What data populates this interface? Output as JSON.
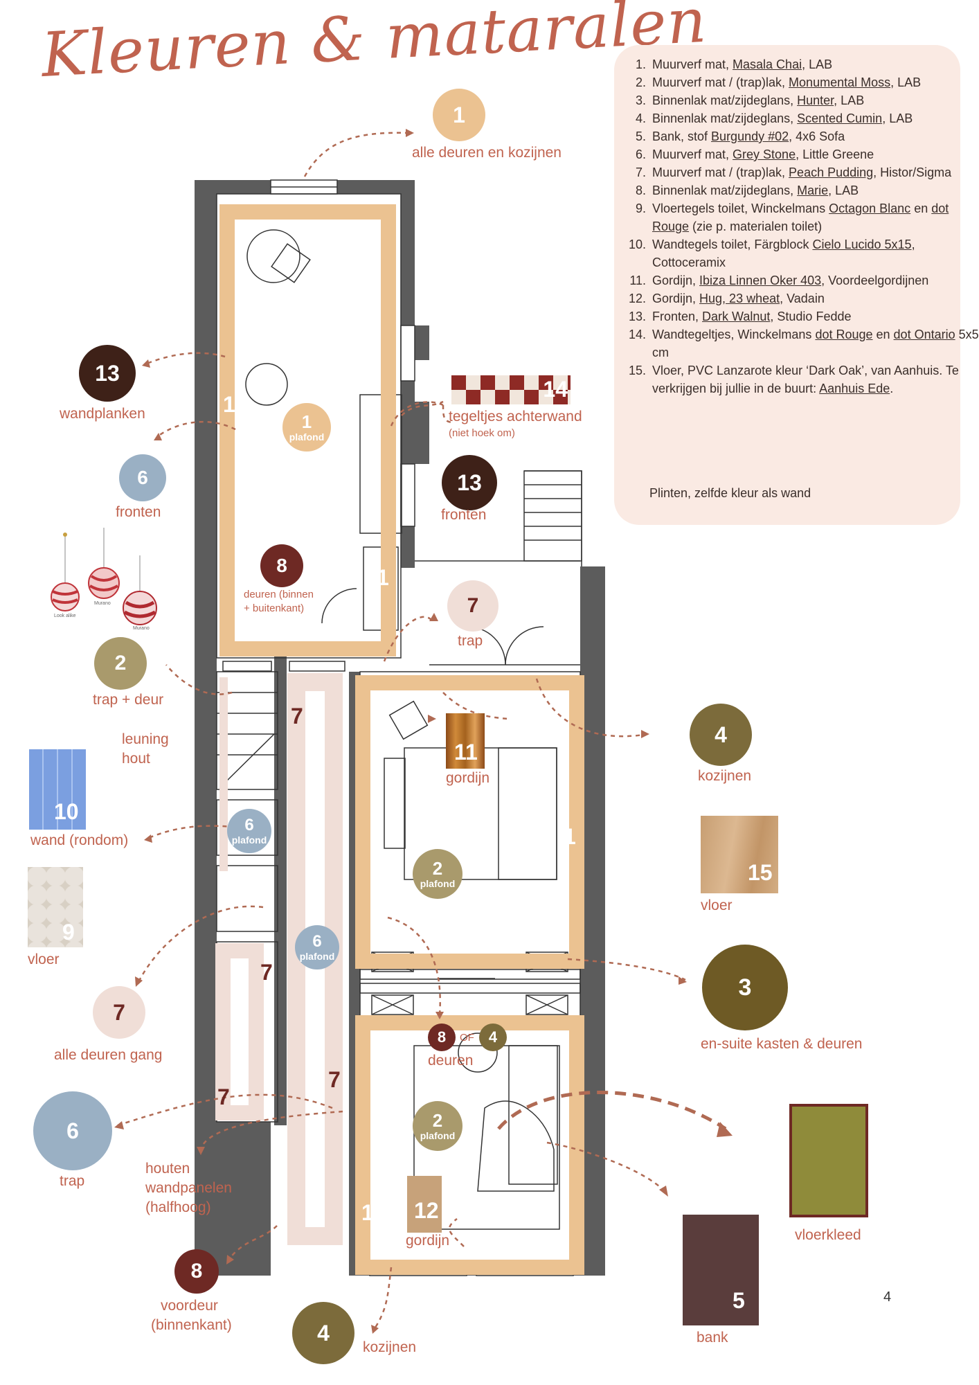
{
  "title": "Kleuren & mataralen",
  "page_number": "4",
  "colors": {
    "c1": "#ebc291",
    "c2": "#a99a6c",
    "c3": "#6e5a25",
    "c4": "#7c6b3b",
    "c5": "#5a3d3c",
    "c6": "#9ab0c4",
    "c7": "#f0ded7",
    "c8": "#6e2924",
    "c13": "#3e2118",
    "accent": "#c0634f",
    "wall": "#5c5c5c"
  },
  "legend": {
    "items": [
      {
        "pre": "Muurverf mat, ",
        "link": "Masala Chai",
        "post": ", LAB"
      },
      {
        "pre": "Muurverf mat / (trap)lak, ",
        "link": "Monumental Moss",
        "post": ", LAB"
      },
      {
        "pre": "Binnenlak mat/zijdeglans, ",
        "link": "Hunter",
        "post": ", LAB"
      },
      {
        "pre": "Binnenlak mat/zijdeglans, ",
        "link": "Scented Cumin",
        "post": ", LAB"
      },
      {
        "pre": "Bank, stof ",
        "link": "Burgundy #02",
        "post": ", 4x6 Sofa"
      },
      {
        "pre": "Muurverf mat, ",
        "link": "Grey Stone",
        "post": ", Little Greene"
      },
      {
        "pre": "Muurverf mat / (trap)lak, ",
        "link": "Peach Pudding",
        "post": ", Histor/Sigma"
      },
      {
        "pre": "Binnenlak mat/zijdeglans, ",
        "link": "Marie",
        "post": ", LAB"
      },
      {
        "pre": "Vloertegels toilet, Winckelmans ",
        "link": "Octagon Blanc",
        "mid": " en ",
        "link2": "dot Rouge",
        "post": " (zie p. materialen toilet)"
      },
      {
        "pre": "Wandtegels toilet, Färgblock ",
        "link": "Cielo Lucido 5x15",
        "post": ", Cottoceramix"
      },
      {
        "pre": "Gordijn, ",
        "link": "Ibiza Linnen Oker 403",
        "post": ", Voordeelgordijnen"
      },
      {
        "pre": "Gordijn, ",
        "link": "Hug, 23 wheat",
        "post": ", Vadain"
      },
      {
        "pre": "Fronten, ",
        "link": "Dark Walnut",
        "post": ", Studio Fedde"
      },
      {
        "pre": "Wandtegeltjes, Winckelmans ",
        "link": "dot Rouge",
        "mid": " en ",
        "link2": "dot Ontario",
        "post": " 5x5 cm"
      },
      {
        "pre": "Vloer, PVC Lanzarote kleur ‘Dark Oak’, van Aanhuis. Te verkrijgen bij jullie in de buurt: ",
        "link": "Aanhuis Ede",
        "post": "."
      }
    ],
    "note": "Plinten, zelfde kleur als wand"
  },
  "markers": {
    "m1_top": {
      "num": "1",
      "label": "alle deuren en kozijnen"
    },
    "m13_left": {
      "num": "13",
      "label": "wandplanken"
    },
    "m6_fronten": {
      "num": "6",
      "label": "fronten"
    },
    "m2_trap": {
      "num": "2",
      "label": "trap + deur"
    },
    "m7_gang": {
      "num": "7",
      "label": "alle deuren gang"
    },
    "m6_trap": {
      "num": "6",
      "label": "trap"
    },
    "m8_voordeur": {
      "num": "8",
      "label1": "voordeur",
      "label2": "(binnenkant)"
    },
    "m4_bottom": {
      "num": "4",
      "label": "kozijnen"
    },
    "m13_fronten": {
      "num": "13",
      "label": "fronten"
    },
    "m7_trap": {
      "num": "7",
      "label": "trap"
    },
    "m4_kozijnen": {
      "num": "4",
      "label": "kozijnen"
    },
    "m3": {
      "num": "3",
      "label": "en-suite kasten & deuren"
    },
    "m8_deuren": {
      "num": "8",
      "label1": "deuren (binnen",
      "label2": "+ buitenkant)"
    },
    "m1_plafond": {
      "num": "1",
      "sub": "plafond"
    },
    "m6_plafond_toilet": {
      "num": "6",
      "sub": "plafond"
    },
    "m6_plafond_gang": {
      "num": "6",
      "sub": "plafond"
    },
    "m2_plafond_a": {
      "num": "2",
      "sub": "plafond"
    },
    "m2_plafond_b": {
      "num": "2",
      "sub": "plafond"
    },
    "m8of4": {
      "num_a": "8",
      "of": "OF",
      "num_b": "4",
      "label": "deuren"
    }
  },
  "swatches": {
    "s14": {
      "num": "14",
      "label": "tegeltjes achterwand",
      "sub": "(niet hoek om)"
    },
    "s10": {
      "num": "10",
      "label": "wand (rondom)"
    },
    "s9": {
      "num": "9",
      "label": "vloer"
    },
    "s11": {
      "num": "11",
      "label": "gordijn"
    },
    "s12": {
      "num": "12",
      "label": "gordijn"
    },
    "s15": {
      "num": "15",
      "label": "vloer"
    },
    "s5": {
      "num": "5",
      "label": "bank"
    },
    "rug": {
      "label": "vloerkleed"
    }
  },
  "plan_labels": {
    "leuning1": "leuning",
    "leuning2": "hout",
    "panel1": "houten",
    "panel2": "wandpanelen",
    "panel3": "(halfhoog)",
    "k1a": "1",
    "k1b": "1",
    "k1c": "1",
    "k1d": "1",
    "g7a": "7",
    "g7b": "7",
    "g7c": "7",
    "g7d": "7"
  },
  "ornament_captions": [
    "Look alike",
    "Murano",
    "Murano"
  ]
}
